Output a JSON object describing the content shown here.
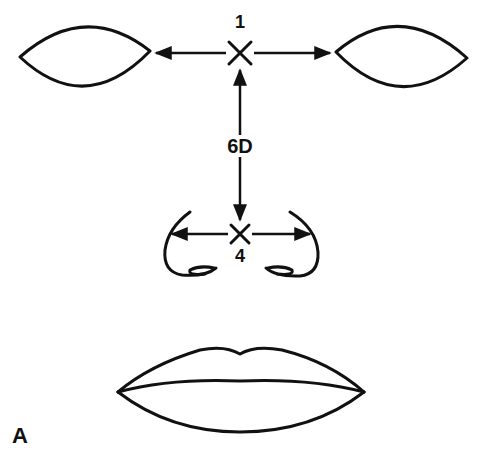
{
  "diagram": {
    "labels": [
      "1",
      "6D",
      "4",
      "A"
    ]
  }
}
